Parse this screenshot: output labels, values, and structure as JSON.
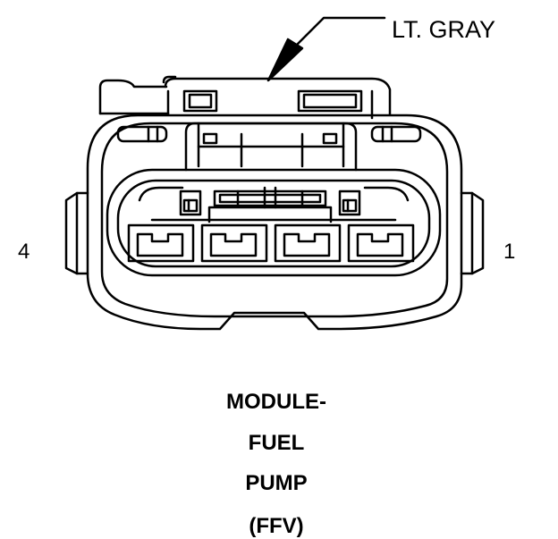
{
  "callout": {
    "label": "LT. GRAY"
  },
  "pins": {
    "left": "4",
    "right": "1"
  },
  "caption": {
    "lines": [
      "MODULE-",
      "FUEL",
      "PUMP",
      "(FFV)"
    ]
  }
}
